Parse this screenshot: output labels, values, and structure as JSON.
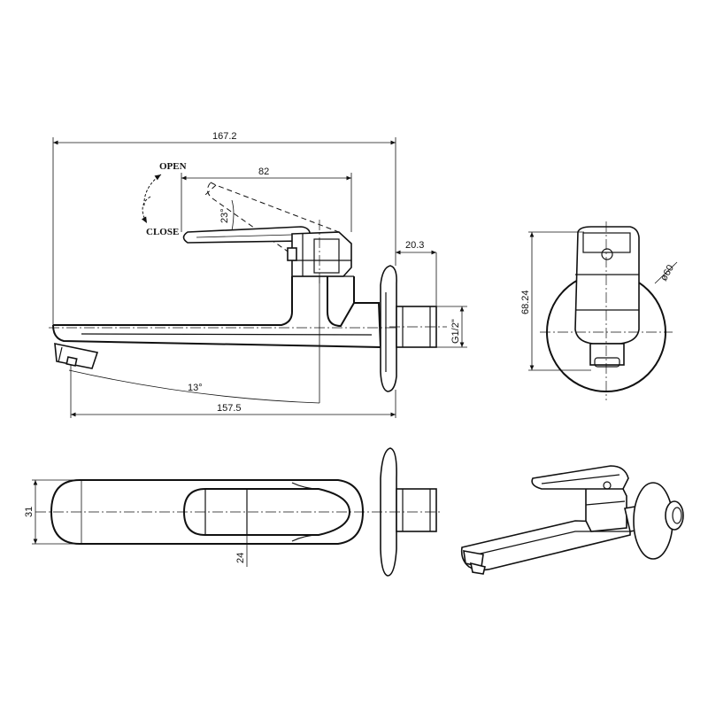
{
  "labels": {
    "open": "OPEN",
    "close": "CLOSE"
  },
  "dimensions": {
    "total_length": "167.2",
    "handle_length": "82",
    "handle_angle": "23°",
    "flange_offset": "20.3",
    "thread": "G1/2\"",
    "spout_angle": "13°",
    "spout_length": "157.5",
    "body_height": "68.24",
    "flange_diameter": "ø60",
    "spout_width": "31",
    "slot_width": "24"
  }
}
